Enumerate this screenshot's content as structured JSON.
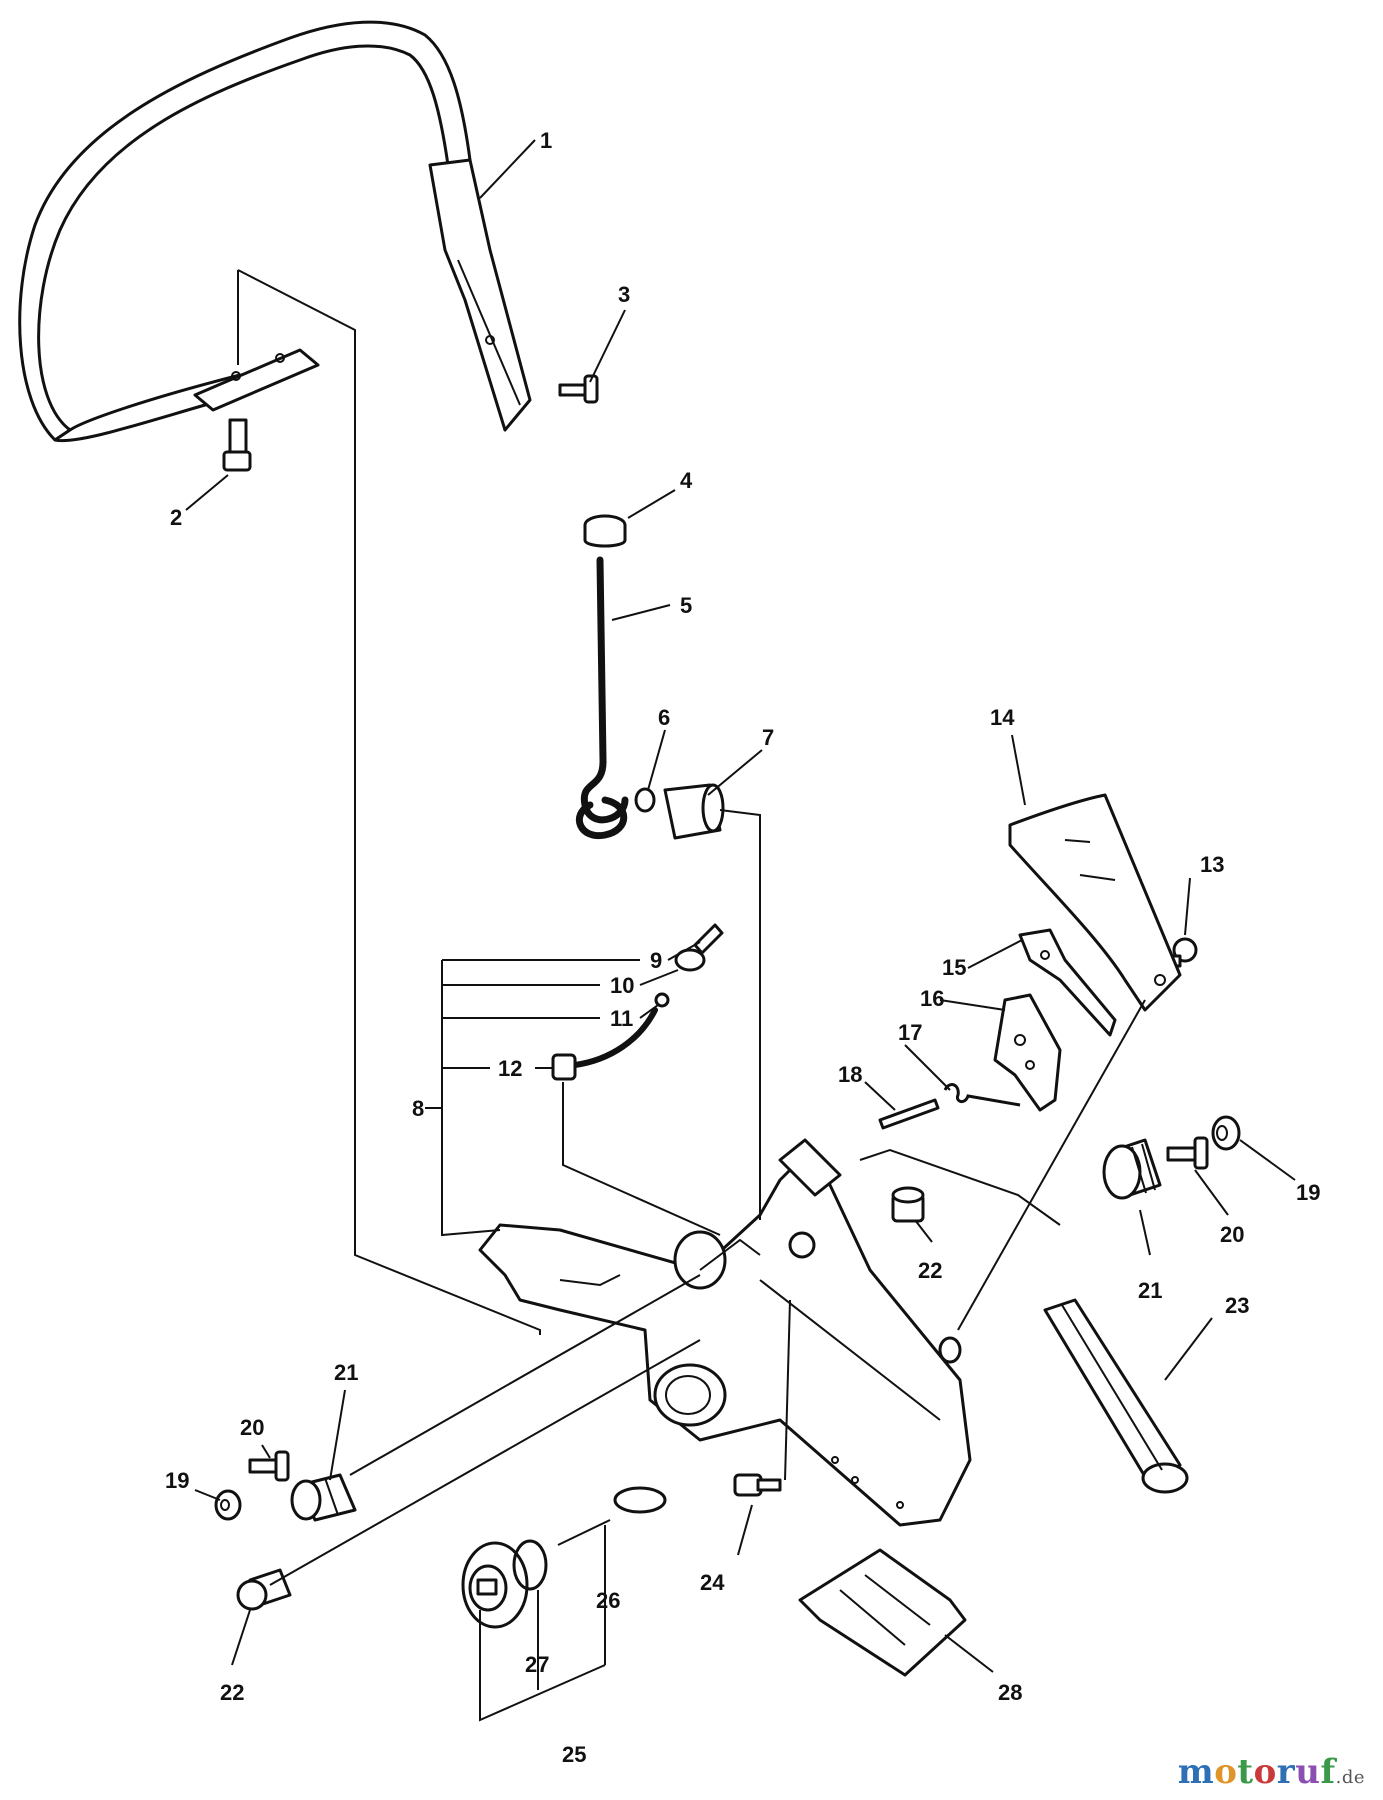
{
  "diagram": {
    "callouts": [
      {
        "id": "c1",
        "label": "1"
      },
      {
        "id": "c2",
        "label": "2"
      },
      {
        "id": "c3",
        "label": "3"
      },
      {
        "id": "c4",
        "label": "4"
      },
      {
        "id": "c5",
        "label": "5"
      },
      {
        "id": "c6",
        "label": "6"
      },
      {
        "id": "c7",
        "label": "7"
      },
      {
        "id": "c8",
        "label": "8"
      },
      {
        "id": "c9",
        "label": "9"
      },
      {
        "id": "c10",
        "label": "10"
      },
      {
        "id": "c11",
        "label": "11"
      },
      {
        "id": "c12",
        "label": "12"
      },
      {
        "id": "c13",
        "label": "13"
      },
      {
        "id": "c14",
        "label": "14"
      },
      {
        "id": "c15",
        "label": "15"
      },
      {
        "id": "c16",
        "label": "16"
      },
      {
        "id": "c17",
        "label": "17"
      },
      {
        "id": "c18",
        "label": "18"
      },
      {
        "id": "c19a",
        "label": "19"
      },
      {
        "id": "c19b",
        "label": "19"
      },
      {
        "id": "c20a",
        "label": "20"
      },
      {
        "id": "c20b",
        "label": "20"
      },
      {
        "id": "c21a",
        "label": "21"
      },
      {
        "id": "c21b",
        "label": "21"
      },
      {
        "id": "c22a",
        "label": "22"
      },
      {
        "id": "c22b",
        "label": "22"
      },
      {
        "id": "c23",
        "label": "23"
      },
      {
        "id": "c24",
        "label": "24"
      },
      {
        "id": "c25",
        "label": "25"
      },
      {
        "id": "c26",
        "label": "26"
      },
      {
        "id": "c27",
        "label": "27"
      },
      {
        "id": "c28",
        "label": "28"
      }
    ]
  },
  "watermark": {
    "m": "m",
    "o1": "o",
    "t": "t",
    "o2": "o",
    "r": "r",
    "u": "u",
    "f": "f",
    "tld": ".de"
  }
}
